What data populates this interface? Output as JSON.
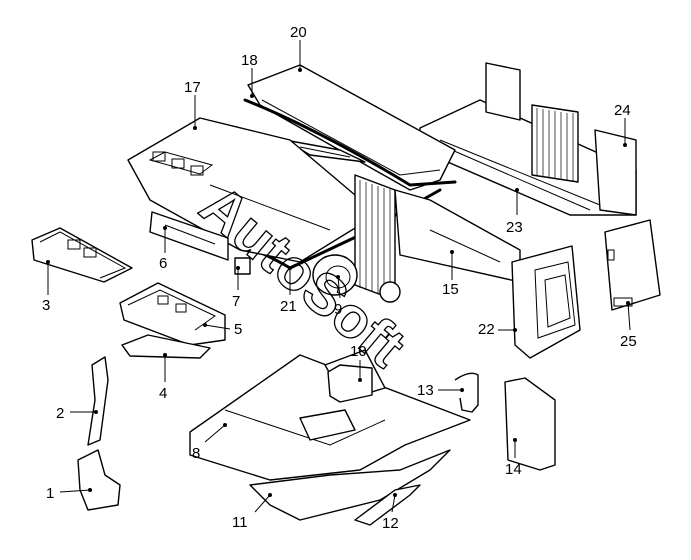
{
  "watermark": "AutoSoft",
  "callouts": [
    {
      "id": "1",
      "label": "1"
    },
    {
      "id": "2",
      "label": "2"
    },
    {
      "id": "3",
      "label": "3"
    },
    {
      "id": "4",
      "label": "4"
    },
    {
      "id": "5",
      "label": "5"
    },
    {
      "id": "6",
      "label": "6"
    },
    {
      "id": "7",
      "label": "7"
    },
    {
      "id": "8",
      "label": "8"
    },
    {
      "id": "9",
      "label": "9"
    },
    {
      "id": "10",
      "label": "10"
    },
    {
      "id": "11",
      "label": "11"
    },
    {
      "id": "12",
      "label": "12"
    },
    {
      "id": "13",
      "label": "13"
    },
    {
      "id": "14",
      "label": "14"
    },
    {
      "id": "15",
      "label": "15"
    },
    {
      "id": "17",
      "label": "17"
    },
    {
      "id": "18",
      "label": "18"
    },
    {
      "id": "20",
      "label": "20"
    },
    {
      "id": "21",
      "label": "21"
    },
    {
      "id": "22",
      "label": "22"
    },
    {
      "id": "23",
      "label": "23"
    },
    {
      "id": "24",
      "label": "24"
    },
    {
      "id": "25",
      "label": "25"
    }
  ]
}
